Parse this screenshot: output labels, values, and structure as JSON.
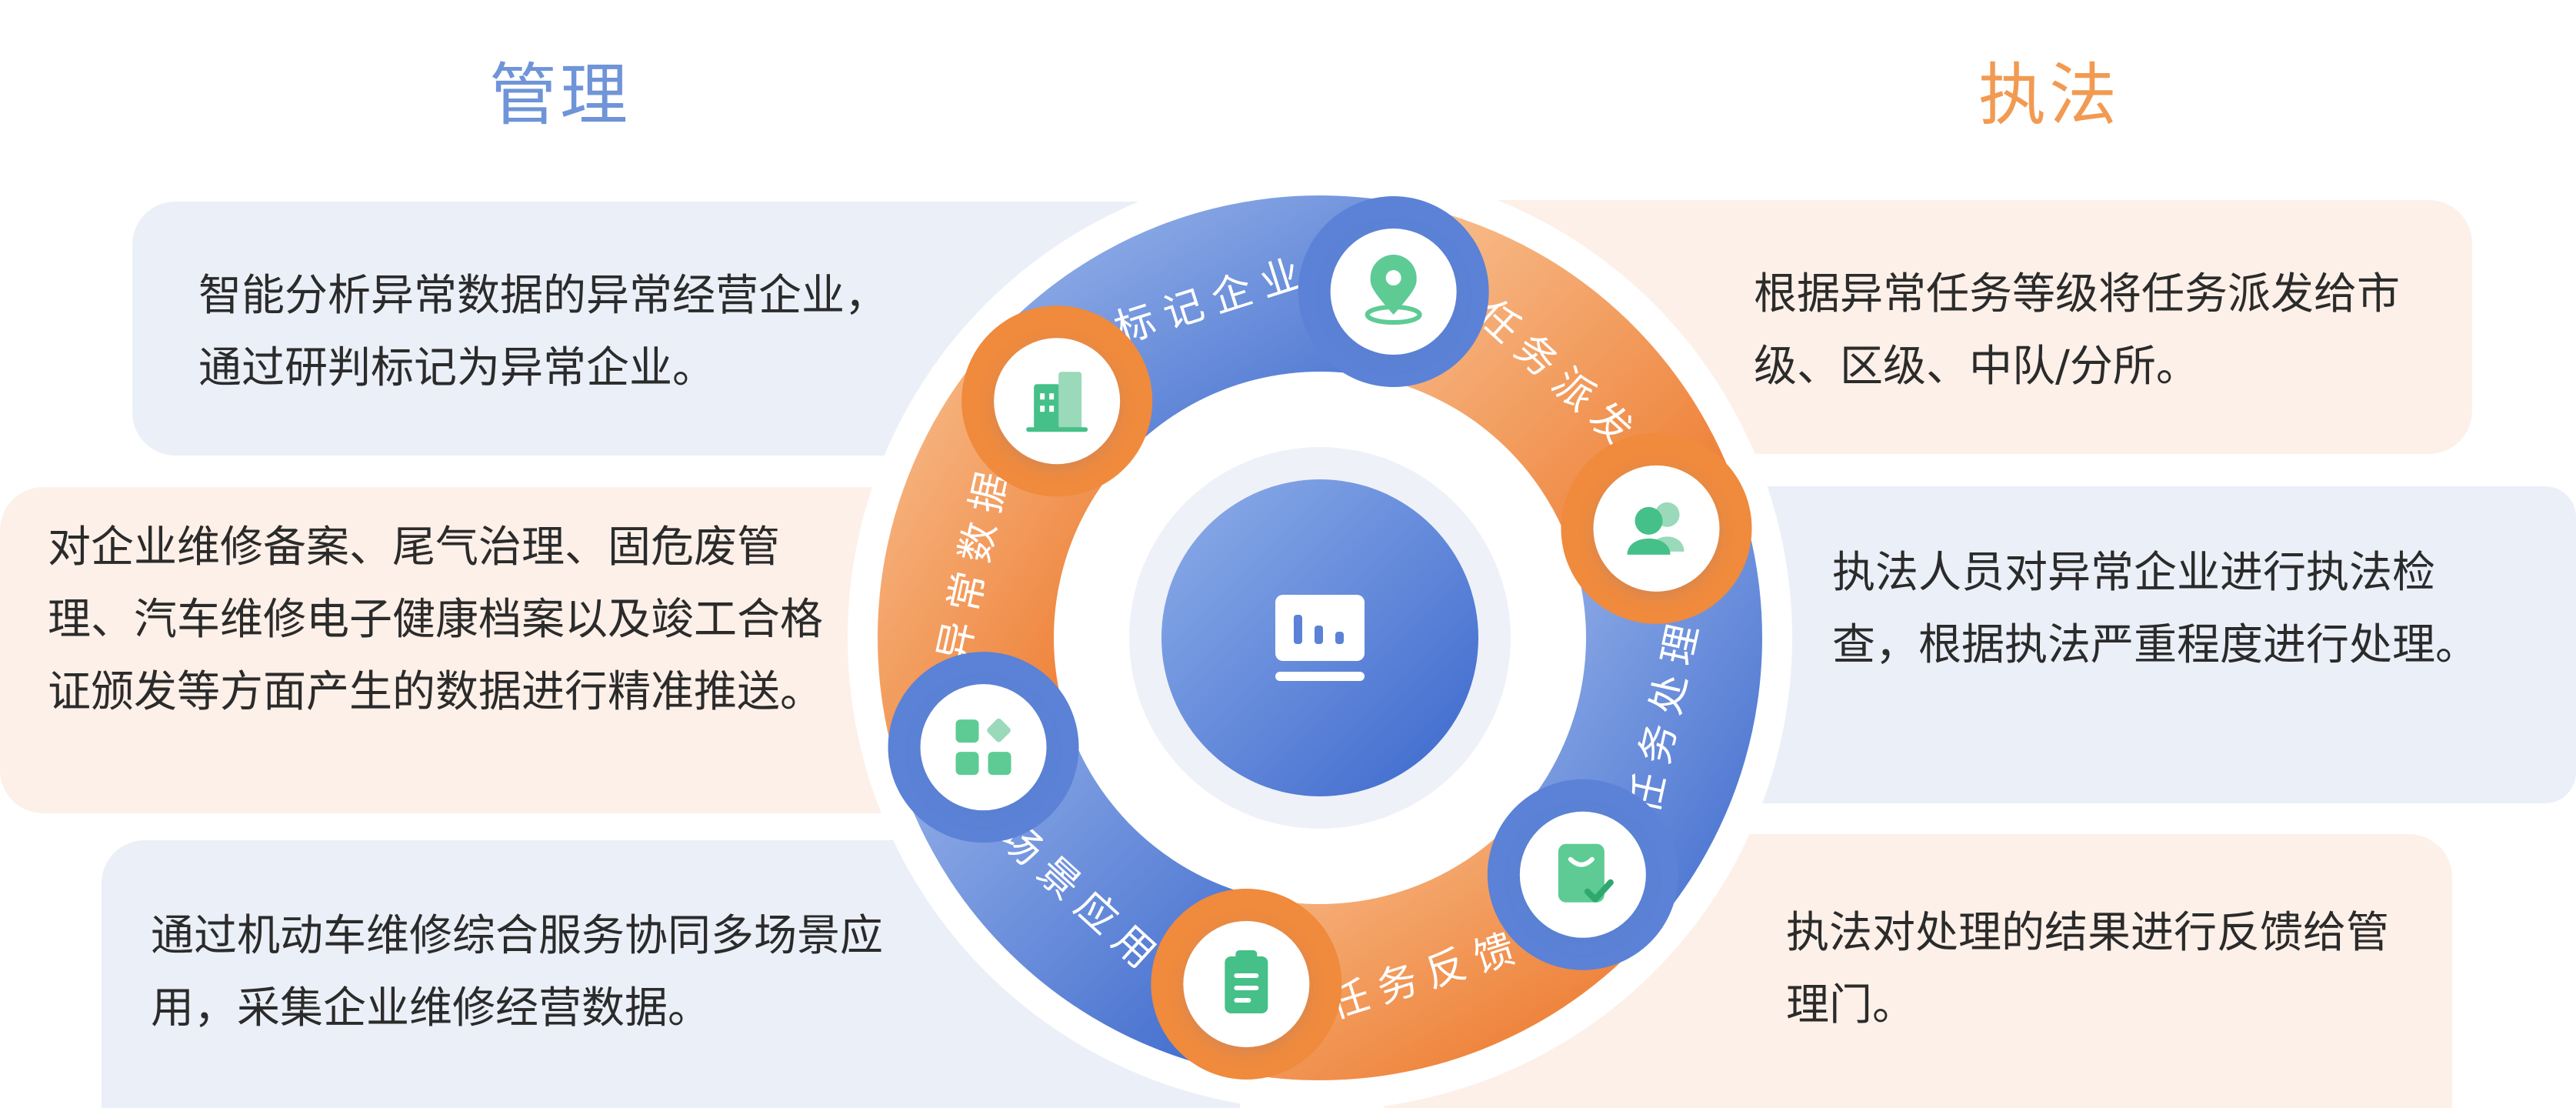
{
  "headings": {
    "left": "管理",
    "right": "执法"
  },
  "cards": {
    "left_top": "智能分析异常数据的异常经营企业，通过研判标记为异常企业。",
    "left_middle": "对企业维修备案、尾气治理、固危废管理、汽车维修电子健康档案以及竣工合格证颁发等方面产生的数据进行精准推送。",
    "left_bottom": "通过机动车维修综合服务协同多场景应用，采集企业维修经营数据。",
    "right_top": "根据异常任务等级将任务派发给市级、区级、中队/分所。",
    "right_middle": "执法人员对异常企业进行执法检查，根据执法严重程度进行处理。",
    "right_bottom": "执法对处理的结果进行反馈给管理门。"
  },
  "ring": {
    "segments": [
      {
        "label": "标记企业",
        "icon": "location-pin-icon",
        "color": "blue"
      },
      {
        "label": "任务派发",
        "icon": "users-icon",
        "color": "orange"
      },
      {
        "label": "任务处理",
        "icon": "check-tag-icon",
        "color": "blue"
      },
      {
        "label": "任务反馈",
        "icon": "clipboard-icon",
        "color": "orange"
      },
      {
        "label": "场景应用",
        "icon": "widgets-icon",
        "color": "blue"
      },
      {
        "label": "异常数据",
        "icon": "buildings-icon",
        "color": "orange"
      }
    ],
    "center_icon": "monitor-chart-icon"
  },
  "colors": {
    "blue_light": "#8dabe6",
    "blue_dark": "#3f6ccf",
    "orange_light": "#f7b27a",
    "orange_dark": "#ee7a2a",
    "icon_green": "#5ecb95",
    "heading_blue": "#6f94d8",
    "heading_orange": "#f29a52"
  }
}
